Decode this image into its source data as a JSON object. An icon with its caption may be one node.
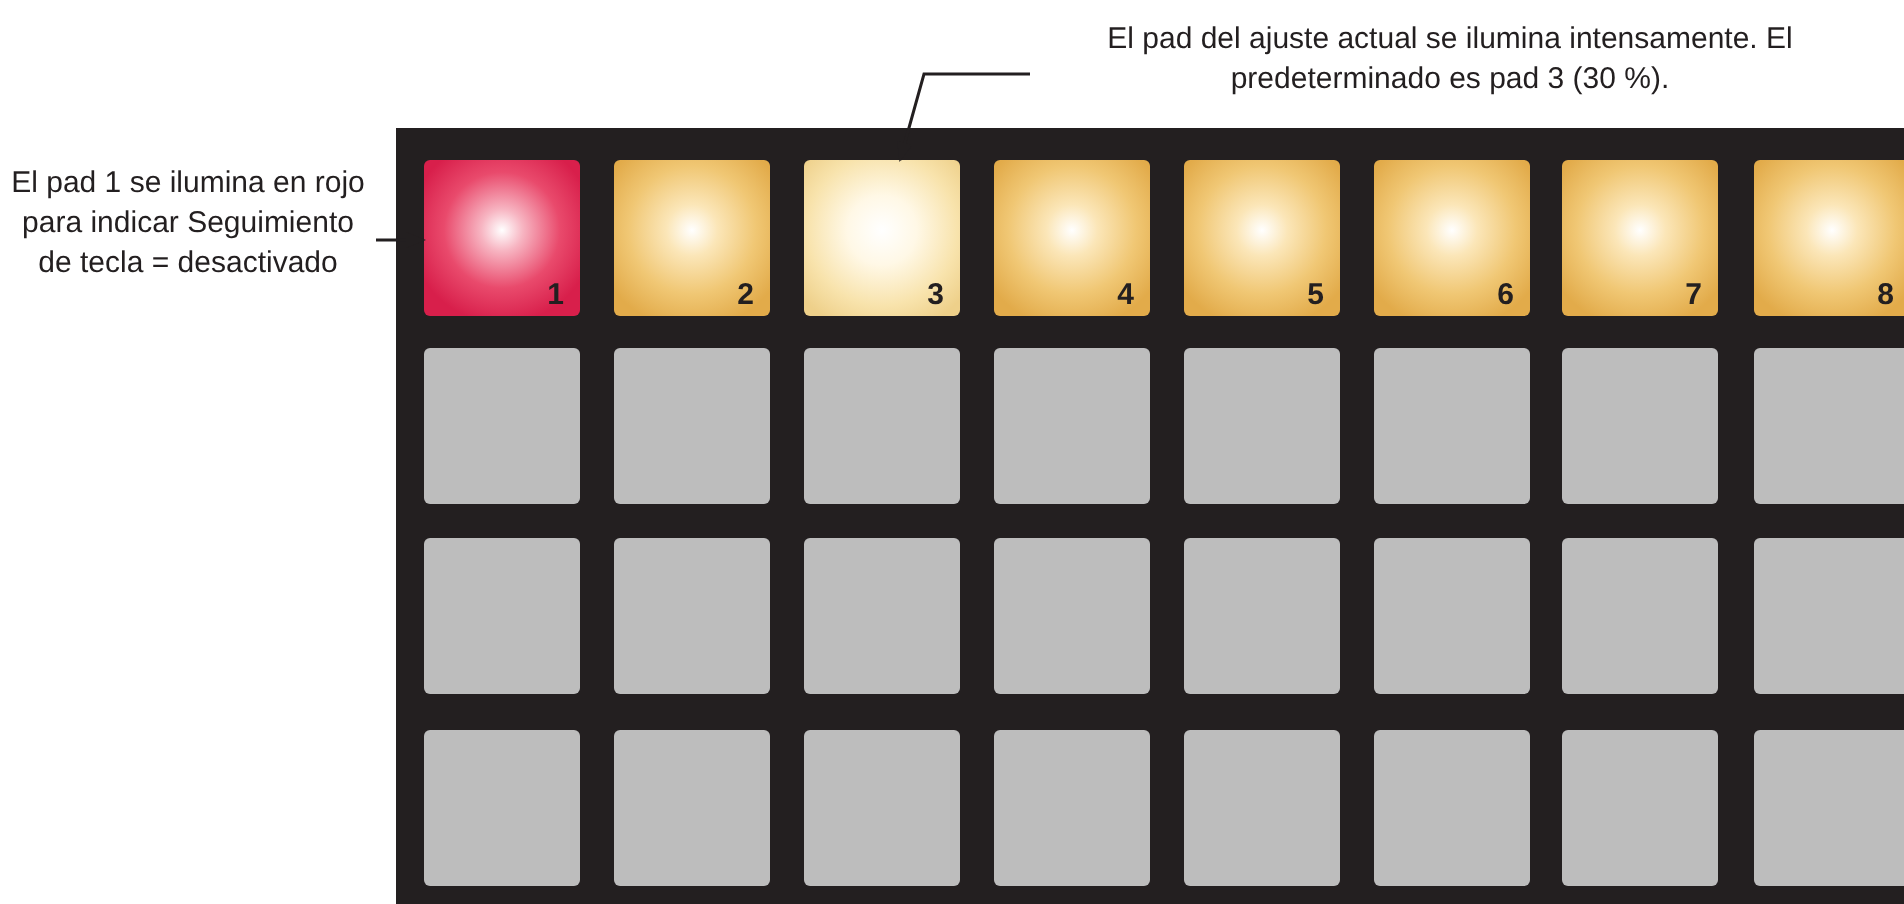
{
  "diagram": {
    "nodes": [
      {
        "text": [
          "El pad del ajuste actual se ilumina intensamente. El predeterminado es pad 3 (30 %)."
        ]
      },
      {
        "text": [
          "El pad 1 se ilumina en rojo para indicar Seguimiento de tecla = desactivado"
        ]
      },
      {
        "text": [
          "1"
        ]
      },
      {
        "text": [
          "2"
        ]
      },
      {
        "text": [
          "3"
        ]
      },
      {
        "text": [
          "4"
        ]
      },
      {
        "text": [
          "5"
        ]
      },
      {
        "text": [
          "6"
        ]
      },
      {
        "text": [
          "7"
        ]
      },
      {
        "text": [
          "8"
        ]
      },
      {
        "text": [],
        "shape": "box"
      },
      {
        "text": [],
        "shape": "box"
      },
      {
        "text": [],
        "shape": "box"
      },
      {
        "text": [],
        "shape": "box"
      },
      {
        "text": [],
        "shape": "box"
      },
      {
        "text": [],
        "shape": "box"
      },
      {
        "text": [],
        "shape": "box"
      },
      {
        "text": [],
        "shape": "box"
      },
      {
        "text": [],
        "shape": "box"
      },
      {
        "text": [],
        "shape": "box"
      },
      {
        "text": [],
        "shape": "box"
      },
      {
        "text": [],
        "shape": "box"
      },
      {
        "text": [],
        "shape": "box"
      },
      {
        "text": [],
        "shape": "box"
      },
      {
        "text": [],
        "shape": "box"
      },
      {
        "text": [],
        "shape": "box"
      },
      {
        "text": [],
        "shape": "box"
      },
      {
        "text": [],
        "shape": "box"
      },
      {
        "text": [],
        "shape": "box"
      },
      {
        "text": [],
        "shape": "box"
      },
      {
        "text": [],
        "shape": "box"
      },
      {
        "text": [],
        "shape": "box"
      },
      {
        "text": [],
        "shape": "box"
      },
      {
        "text": [],
        "shape": "box"
      }
    ],
    "edges": [
      {
        "from": 0,
        "to": 4,
        "arrow": "to"
      },
      {
        "from": 1,
        "to": 2,
        "arrow": "to"
      }
    ]
  }
}
